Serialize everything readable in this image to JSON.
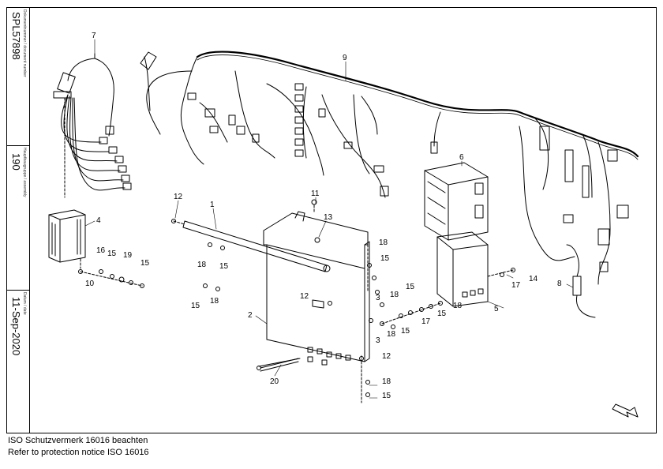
{
  "title_block": {
    "doc_number_label": "Dokumentnummer / document number",
    "doc_number": "SPL57898",
    "assembly_label": "Hauptbaugruppe / assembly",
    "assembly": "190",
    "date_label": "Datum / date",
    "date": "11-Sep-2020"
  },
  "notice": {
    "line1": "ISO Schutzvermerk 16016 beachten",
    "line2": "Refer to protection notice ISO 16016"
  },
  "callouts": [
    "1",
    "2",
    "3",
    "3",
    "4",
    "5",
    "6",
    "7",
    "8",
    "9",
    "10",
    "11",
    "12",
    "12",
    "12",
    "13",
    "14",
    "15",
    "15",
    "15",
    "15",
    "15",
    "15",
    "15",
    "15",
    "15",
    "16",
    "17",
    "17",
    "18",
    "18",
    "18",
    "18",
    "18",
    "18",
    "18",
    "19",
    "20"
  ]
}
